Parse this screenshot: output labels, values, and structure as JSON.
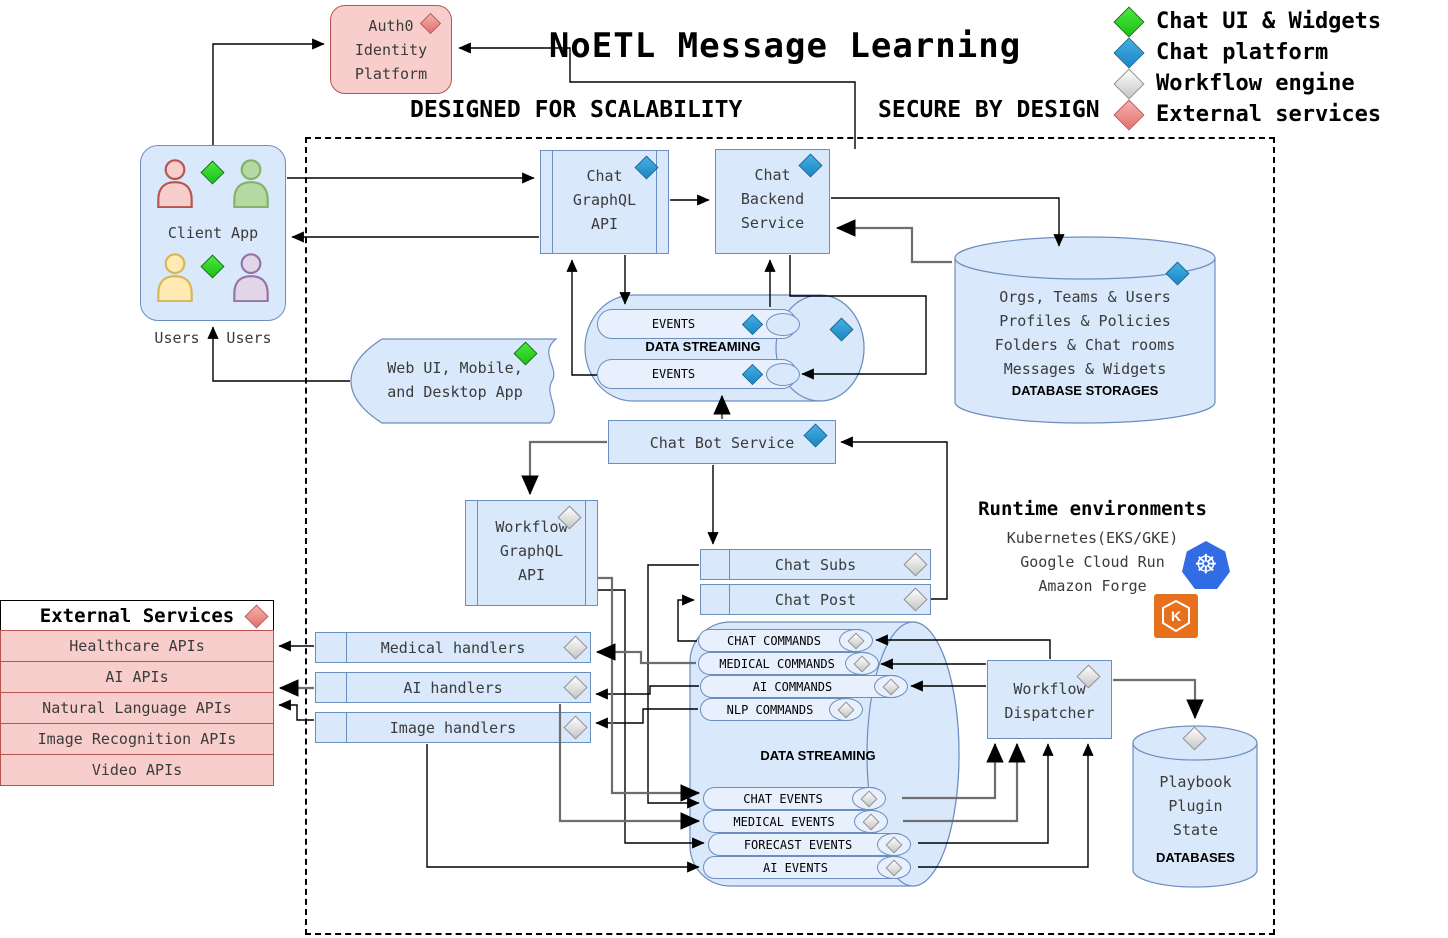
{
  "title": "NoETL Message Learning",
  "banners": {
    "left": "DESIGNED FOR SCALABILITY",
    "right": "SECURE BY DESIGN"
  },
  "legend": {
    "items": [
      {
        "label": "Chat UI & Widgets",
        "color": "#2bd62b"
      },
      {
        "label": "Chat platform",
        "color": "#2196d6"
      },
      {
        "label": "Workflow engine",
        "color": "#d9d9d9"
      },
      {
        "label": "External services",
        "color": "#ee8683"
      }
    ]
  },
  "icons": {
    "kubernetes": "kubernetes-helm-wheel",
    "amazon": "aws-eks-hexagon-k",
    "users": "person-silhouette",
    "legend_marker": "status-diamond"
  },
  "colors": {
    "node_fill": "#dae8fc",
    "node_stroke": "#6c8ebf",
    "external_fill": "#f8cecc",
    "external_stroke": "#b85450",
    "diamond_green": "#2bd62b",
    "diamond_blue": "#2196d6",
    "diamond_gray": "#d9d9d9",
    "diamond_red": "#ee8683",
    "k8s_blue": "#326ce5",
    "aws_orange": "#e7701d"
  },
  "nodes": {
    "auth0": {
      "line1": "Auth0",
      "line2": "Identity",
      "line3": "Platform"
    },
    "client_app": {
      "label": "Client App",
      "caption_left": "Users",
      "caption_right": "Users"
    },
    "web_app": {
      "line1": "Web UI, Mobile,",
      "line2": "and Desktop App"
    },
    "chat_graphql": {
      "line1": "Chat",
      "line2": "GraphQL",
      "line3": "API"
    },
    "chat_backend": {
      "line1": "Chat",
      "line2": "Backend",
      "line3": "Service"
    },
    "events_stream": {
      "pill1": "EVENTS",
      "label": "DATA STREAMING",
      "pill2": "EVENTS"
    },
    "db_storage": {
      "line1": "Orgs, Teams & Users",
      "line2": "Profiles & Policies",
      "line3": "Folders & Chat rooms",
      "line4": "Messages & Widgets",
      "caption": "DATABASE STORAGES"
    },
    "chat_bot": {
      "label": "Chat Bot Service"
    },
    "workflow_graphql": {
      "line1": "Workflow",
      "line2": "GraphQL",
      "line3": "API"
    },
    "chat_subs": {
      "label": "Chat Subs"
    },
    "chat_post": {
      "label": "Chat Post"
    },
    "runtime": {
      "title": "Runtime environments",
      "item1": "Kubernetes(EKS/GKE)",
      "item2": "Google Cloud Run",
      "item3": "Amazon Forge"
    },
    "external": {
      "title": "External Services",
      "items": [
        "Healthcare APIs",
        "AI APIs",
        "Natural Language APIs",
        "Image Recognition APIs",
        "Video APIs"
      ]
    },
    "handlers": {
      "medical": "Medical handlers",
      "ai": "AI handlers",
      "image": "Image handlers"
    },
    "command_stream": {
      "commands": [
        "CHAT COMMANDS",
        "MEDICAL COMMANDS",
        "AI COMMANDS",
        "NLP COMMANDS"
      ],
      "label": "DATA STREAMING",
      "events": [
        "CHAT EVENTS",
        "MEDICAL EVENTS",
        "FORECAST EVENTS",
        "AI EVENTS"
      ]
    },
    "dispatcher": {
      "line1": "Workflow",
      "line2": "Dispatcher"
    },
    "playbook": {
      "line1": "Playbook",
      "line2": "Plugin",
      "line3": "State",
      "caption": "DATABASES"
    }
  }
}
